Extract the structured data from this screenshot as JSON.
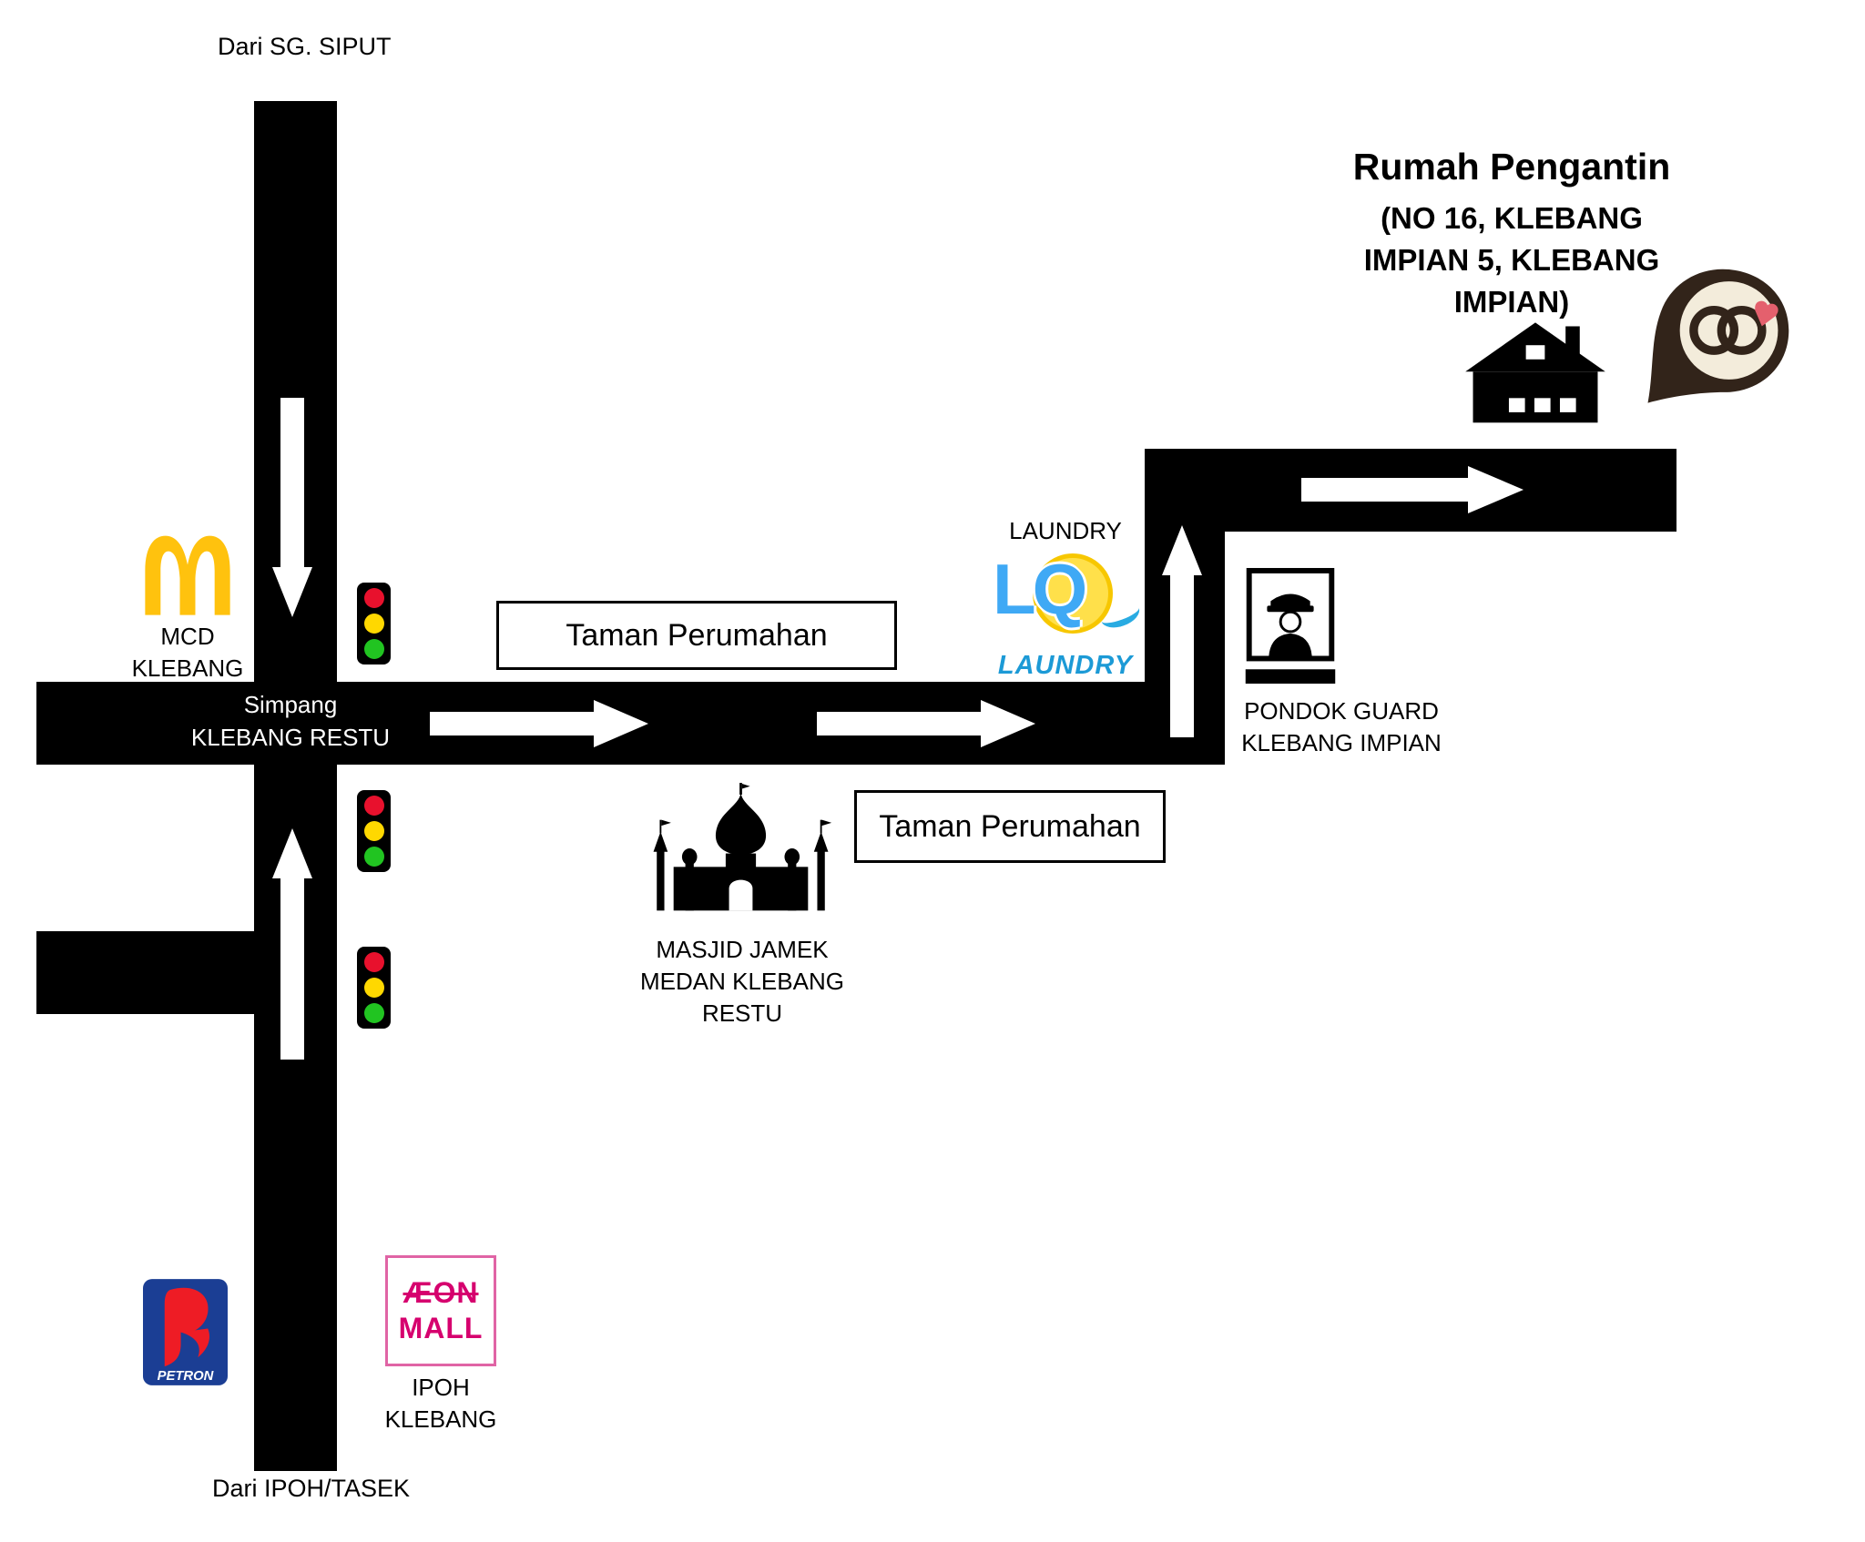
{
  "labels": {
    "dari_sg_siput": "Dari SG. SIPUT",
    "dari_ipoh_tasek": "Dari IPOH/TASEK",
    "simpang_line1": "Simpang",
    "simpang_line2": "KLEBANG RESTU",
    "mcd_line1": "MCD",
    "mcd_line2": "KLEBANG",
    "taman_perumahan_top": "Taman Perumahan",
    "taman_perumahan_bottom": "Taman Perumahan",
    "laundry_caption": "LAUNDRY",
    "pondok_line1": "PONDOK GUARD",
    "pondok_line2": "KLEBANG IMPIAN",
    "masjid_line1": "MASJID JAMEK",
    "masjid_line2": "MEDAN KLEBANG",
    "masjid_line3": "RESTU",
    "destination_title": "Rumah Pengantin",
    "destination_line1": "(NO 16, KLEBANG",
    "destination_line2": "IMPIAN 5, KLEBANG",
    "destination_line3": "IMPIAN)",
    "aeon_caption": "IPOH KLEBANG"
  },
  "logos": {
    "laundry_letters": "LQ",
    "laundry_word": "LAUNDRY",
    "petron": "PETRON",
    "aeon_line1": "ÆON",
    "aeon_line2": "MALL"
  },
  "icons": {
    "mcdonalds_logo": "golden-arches-m",
    "traffic_light": "red-amber-green-signal",
    "laundry_logo": "bubble-letters-with-sun-and-splash",
    "guard_post": "security-guard-in-booth",
    "mosque": "mosque-silhouette",
    "house": "house-silhouette",
    "location_pin": "wedding-rings-map-pin",
    "petron_logo": "petron-flame-p",
    "aeon_logo": "aeon-mall-wordmark",
    "direction_arrow": "white-block-arrow"
  },
  "colors": {
    "road_black": "#000000",
    "arrow_white": "#FFFFFF",
    "mcdonalds_gold": "#FFC20E",
    "traffic_red": "#E8112D",
    "traffic_amber": "#FFD800",
    "traffic_green": "#21C421",
    "laundry_blue": "#3FA9F5",
    "laundry_yellow": "#FFE04A",
    "aeon_magenta": "#D6006E",
    "petron_blue": "#1B3E94",
    "petron_red": "#EE1C25",
    "pin_dark_brown": "#32241A",
    "pin_cream": "#F3ECDB",
    "heart_pink": "#E4606D"
  }
}
